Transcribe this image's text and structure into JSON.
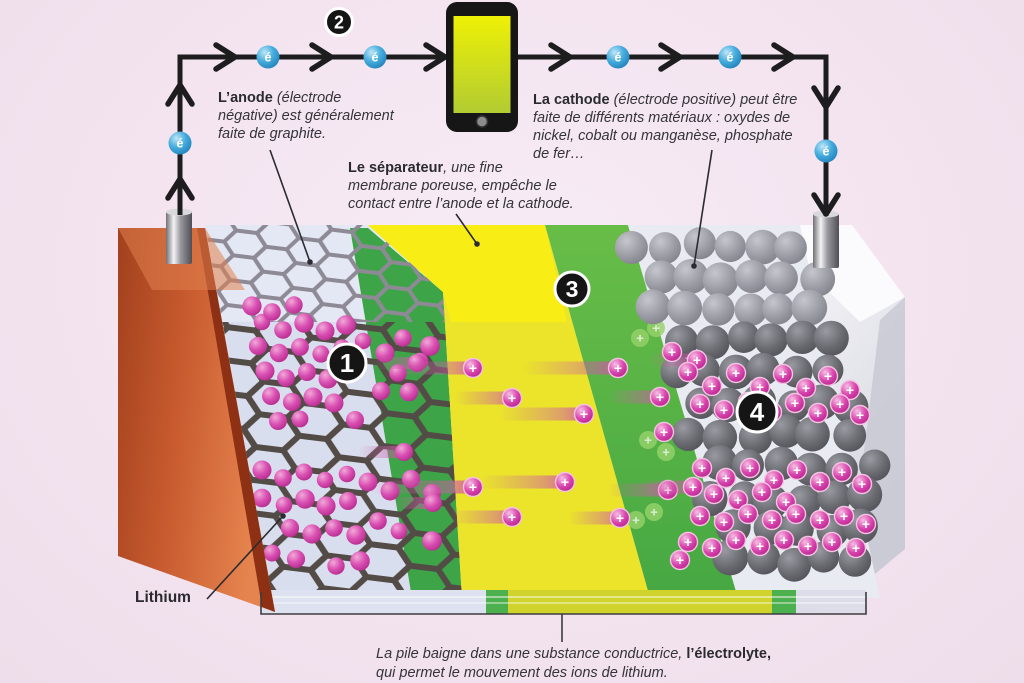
{
  "badges": {
    "step1": "1",
    "step2": "2",
    "step3": "3",
    "step4": "4"
  },
  "symbols": {
    "electron": "é",
    "ion_plus": "+"
  },
  "annotations": {
    "anode": {
      "term": "L’anode",
      "desc": " (électrode négative) est généralement faite de graphite."
    },
    "separator": {
      "term": "Le séparateur",
      "desc": ", une fine membrane poreuse, empêche le contact entre l’anode et la cathode."
    },
    "cathode": {
      "term": "La cathode",
      "desc": " (électrode positive) peut être faite de différents matériaux : oxydes de nickel, cobalt ou manganèse, phosphate de fer…"
    },
    "lithium": {
      "label": "Lithium"
    },
    "electrolyte": {
      "pre": "La pile baigne dans une substance conductrice, ",
      "term": "l’électrolyte",
      "mid": ",",
      "line2": "qui permet le mouvement des ions de lithium."
    }
  },
  "colors": {
    "background": "#f3e3ef",
    "wire": "#1d1d1f",
    "badge_black": "#151515",
    "electron_blue": "#2e9fd6",
    "copper": "#c75a2e",
    "anode_lavender": "#d9deee",
    "graphite": "#524b46",
    "separator_yellow": "#ebe42a",
    "separator_yellow_top": "#f8ee15",
    "green": "#4caf45",
    "cathode_gray": "#55555b",
    "lithium_pink": "#cb3aa1",
    "electrode_white": "#ececf2",
    "screen_yellow": "#dfe70a",
    "text_dark": "#2a2a30"
  }
}
